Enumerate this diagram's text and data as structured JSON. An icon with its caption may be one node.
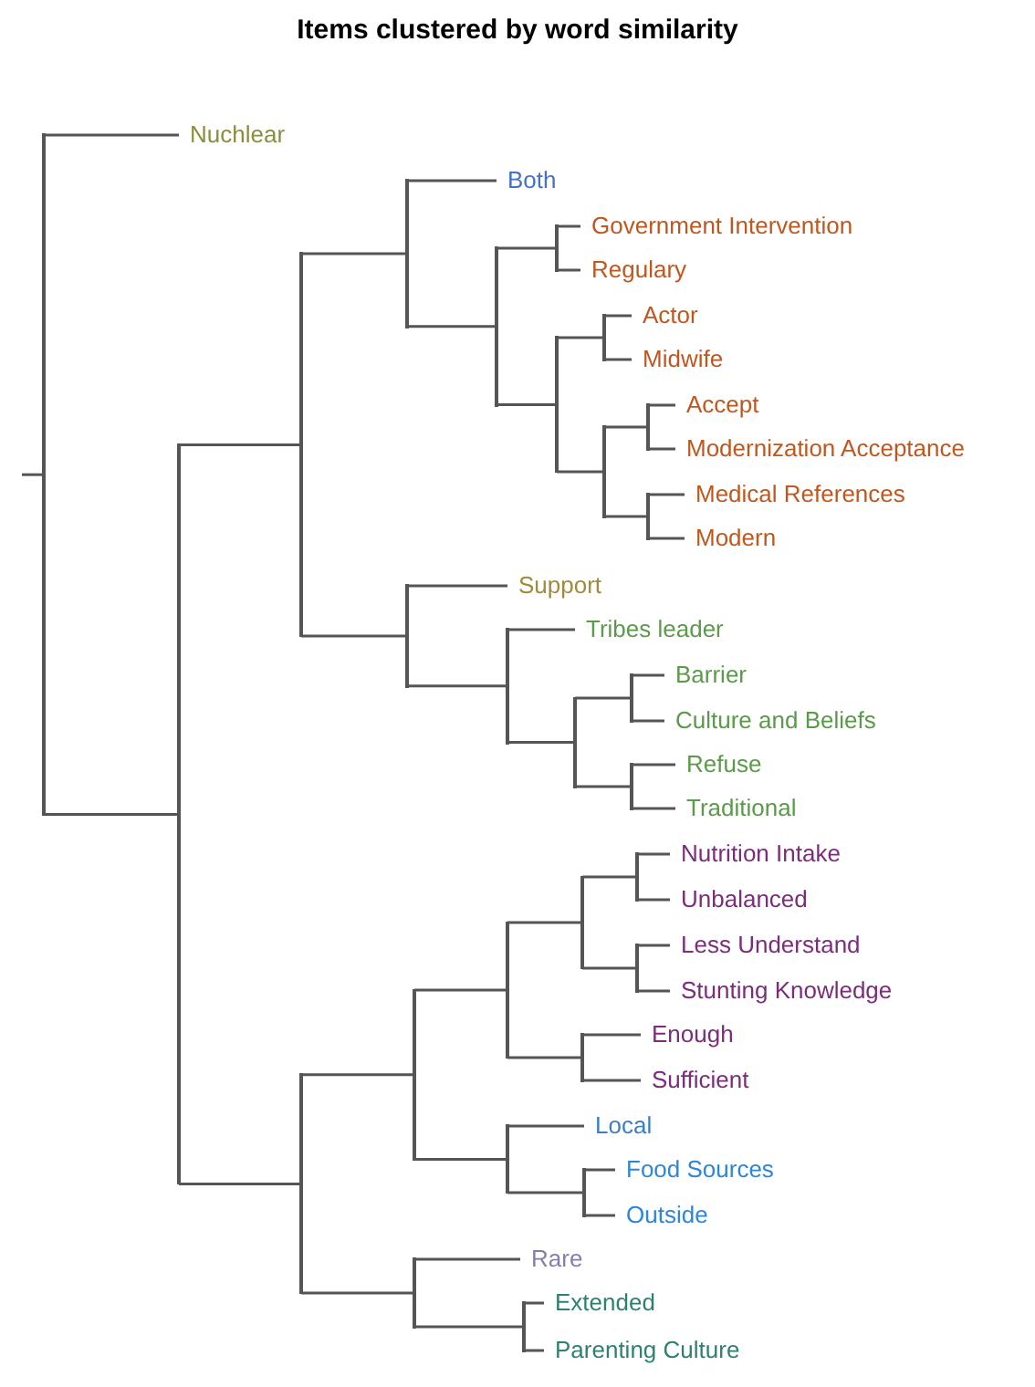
{
  "diagram": {
    "title": "Items clustered by word similarity",
    "nodes": [
      {
        "text": [
          "Nuchlear"
        ]
      },
      {
        "text": [
          "Both"
        ]
      },
      {
        "text": [
          "Government Intervention"
        ]
      },
      {
        "text": [
          "Regulary"
        ]
      },
      {
        "text": [
          "Actor"
        ]
      },
      {
        "text": [
          "Midwife"
        ]
      },
      {
        "text": [
          "Accept"
        ]
      },
      {
        "text": [
          "Modernization Acceptance"
        ]
      },
      {
        "text": [
          "Medical References"
        ]
      },
      {
        "text": [
          "Modern"
        ]
      },
      {
        "text": [
          "Support"
        ]
      },
      {
        "text": [
          "Tribes leader"
        ]
      },
      {
        "text": [
          "Barrier"
        ]
      },
      {
        "text": [
          "Culture and Beliefs"
        ]
      },
      {
        "text": [
          "Refuse"
        ]
      },
      {
        "text": [
          "Traditional"
        ]
      },
      {
        "text": [
          "Nutrition Intake"
        ]
      },
      {
        "text": [
          "Unbalanced"
        ]
      },
      {
        "text": [
          "Less Understand"
        ]
      },
      {
        "text": [
          "Stunting Knowledge"
        ]
      },
      {
        "text": [
          "Enough"
        ]
      },
      {
        "text": [
          "Sufficient"
        ]
      },
      {
        "text": [
          "Local"
        ]
      },
      {
        "text": [
          "Food Sources"
        ]
      },
      {
        "text": [
          "Outside"
        ]
      },
      {
        "text": [
          "Rare"
        ]
      },
      {
        "text": [
          "Extended"
        ]
      },
      {
        "text": [
          "Parenting Culture"
        ]
      },
      {
        "text": [],
        "shape": "bar"
      },
      {
        "text": [],
        "shape": "bar"
      },
      {
        "text": [],
        "shape": "bar"
      },
      {
        "text": [],
        "shape": "bar"
      },
      {
        "text": [],
        "shape": "bar"
      },
      {
        "text": [],
        "shape": "bar"
      },
      {
        "text": [],
        "shape": "bar"
      },
      {
        "text": [],
        "shape": "bar"
      },
      {
        "text": [],
        "shape": "bar"
      },
      {
        "text": [],
        "shape": "bar"
      },
      {
        "text": [],
        "shape": "bar"
      },
      {
        "text": [],
        "shape": "bar"
      },
      {
        "text": [],
        "shape": "bar"
      },
      {
        "text": [],
        "shape": "bar"
      },
      {
        "text": [],
        "shape": "bar"
      },
      {
        "text": [],
        "shape": "bar"
      },
      {
        "text": [],
        "shape": "bar"
      },
      {
        "text": [],
        "shape": "bar"
      },
      {
        "text": [],
        "shape": "bar"
      },
      {
        "text": [],
        "shape": "bar"
      },
      {
        "text": [],
        "shape": "bar"
      },
      {
        "text": [],
        "shape": "bar"
      },
      {
        "text": [],
        "shape": "bar"
      },
      {
        "text": [],
        "shape": "bar"
      },
      {
        "text": [],
        "shape": "bar"
      },
      {
        "text": [],
        "shape": "bar"
      },
      {
        "text": [],
        "shape": "bar"
      }
    ],
    "edges": [
      {
        "from": 41,
        "to": 2,
        "arrow": "none"
      },
      {
        "from": 41,
        "to": 3,
        "arrow": "none"
      },
      {
        "from": 47,
        "to": 4,
        "arrow": "none"
      },
      {
        "from": 47,
        "to": 5,
        "arrow": "none"
      },
      {
        "from": 53,
        "to": 6,
        "arrow": "none"
      },
      {
        "from": 53,
        "to": 7,
        "arrow": "none"
      },
      {
        "from": 54,
        "to": 8,
        "arrow": "none"
      },
      {
        "from": 54,
        "to": 9,
        "arrow": "none"
      },
      {
        "from": 48,
        "to": 53,
        "arrow": "none"
      },
      {
        "from": 48,
        "to": 54,
        "arrow": "none"
      },
      {
        "from": 42,
        "to": 47,
        "arrow": "none"
      },
      {
        "from": 42,
        "to": 48,
        "arrow": "none"
      },
      {
        "from": 36,
        "to": 41,
        "arrow": "none"
      },
      {
        "from": 36,
        "to": 42,
        "arrow": "none"
      },
      {
        "from": 32,
        "to": 1,
        "arrow": "none"
      },
      {
        "from": 32,
        "to": 36,
        "arrow": "none"
      },
      {
        "from": 49,
        "to": 12,
        "arrow": "none"
      },
      {
        "from": 49,
        "to": 13,
        "arrow": "none"
      },
      {
        "from": 50,
        "to": 14,
        "arrow": "none"
      },
      {
        "from": 50,
        "to": 15,
        "arrow": "none"
      },
      {
        "from": 43,
        "to": 49,
        "arrow": "none"
      },
      {
        "from": 43,
        "to": 50,
        "arrow": "none"
      },
      {
        "from": 37,
        "to": 11,
        "arrow": "none"
      },
      {
        "from": 37,
        "to": 43,
        "arrow": "none"
      },
      {
        "from": 33,
        "to": 10,
        "arrow": "none"
      },
      {
        "from": 33,
        "to": 37,
        "arrow": "none"
      },
      {
        "from": 30,
        "to": 32,
        "arrow": "none"
      },
      {
        "from": 30,
        "to": 33,
        "arrow": "none"
      },
      {
        "from": 51,
        "to": 16,
        "arrow": "none"
      },
      {
        "from": 51,
        "to": 17,
        "arrow": "none"
      },
      {
        "from": 52,
        "to": 18,
        "arrow": "none"
      },
      {
        "from": 52,
        "to": 19,
        "arrow": "none"
      },
      {
        "from": 44,
        "to": 51,
        "arrow": "none"
      },
      {
        "from": 44,
        "to": 52,
        "arrow": "none"
      },
      {
        "from": 45,
        "to": 20,
        "arrow": "none"
      },
      {
        "from": 45,
        "to": 21,
        "arrow": "none"
      },
      {
        "from": 38,
        "to": 44,
        "arrow": "none"
      },
      {
        "from": 38,
        "to": 45,
        "arrow": "none"
      },
      {
        "from": 46,
        "to": 23,
        "arrow": "none"
      },
      {
        "from": 46,
        "to": 24,
        "arrow": "none"
      },
      {
        "from": 39,
        "to": 22,
        "arrow": "none"
      },
      {
        "from": 39,
        "to": 46,
        "arrow": "none"
      },
      {
        "from": 34,
        "to": 38,
        "arrow": "none"
      },
      {
        "from": 34,
        "to": 39,
        "arrow": "none"
      },
      {
        "from": 40,
        "to": 26,
        "arrow": "none"
      },
      {
        "from": 40,
        "to": 27,
        "arrow": "none"
      },
      {
        "from": 35,
        "to": 25,
        "arrow": "none"
      },
      {
        "from": 35,
        "to": 40,
        "arrow": "none"
      },
      {
        "from": 31,
        "to": 34,
        "arrow": "none"
      },
      {
        "from": 31,
        "to": 35,
        "arrow": "none"
      },
      {
        "from": 29,
        "to": 30,
        "arrow": "none"
      },
      {
        "from": 29,
        "to": 31,
        "arrow": "none"
      },
      {
        "from": 28,
        "to": 0,
        "arrow": "none"
      },
      {
        "from": 28,
        "to": 29,
        "arrow": "none"
      },
      {
        "from": null,
        "to": 28,
        "arrow": "none"
      }
    ]
  }
}
